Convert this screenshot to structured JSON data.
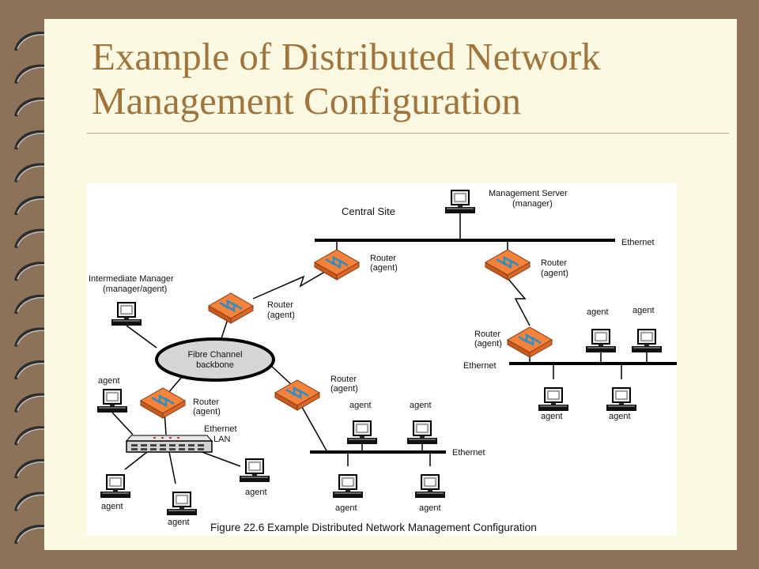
{
  "slide": {
    "title_line1": "Example of Distributed Network",
    "title_line2": "Management Configuration"
  },
  "diagram": {
    "central_site": "Central Site",
    "mgmt_server_line1": "Management Server",
    "mgmt_server_line2": "(manager)",
    "ethernet": "Ethernet",
    "router": "Router",
    "agent_paren": "(agent)",
    "agent": "agent",
    "intermediate_line1": "Intermediate Manager",
    "intermediate_line2": "(manager/agent)",
    "fibre_line1": "Fibre Channel",
    "fibre_line2": "backbone",
    "ethernet_lan_line1": "Ethernet",
    "ethernet_lan_line2": "LAN",
    "caption": "Figure 22.6  Example Distributed Network Management Configuration"
  },
  "colors": {
    "frame": "#8c7259",
    "page": "#fbf8e1",
    "title": "#a0743d",
    "router_fill": "#f4823a",
    "router_arrows": "#2f8ec4"
  }
}
